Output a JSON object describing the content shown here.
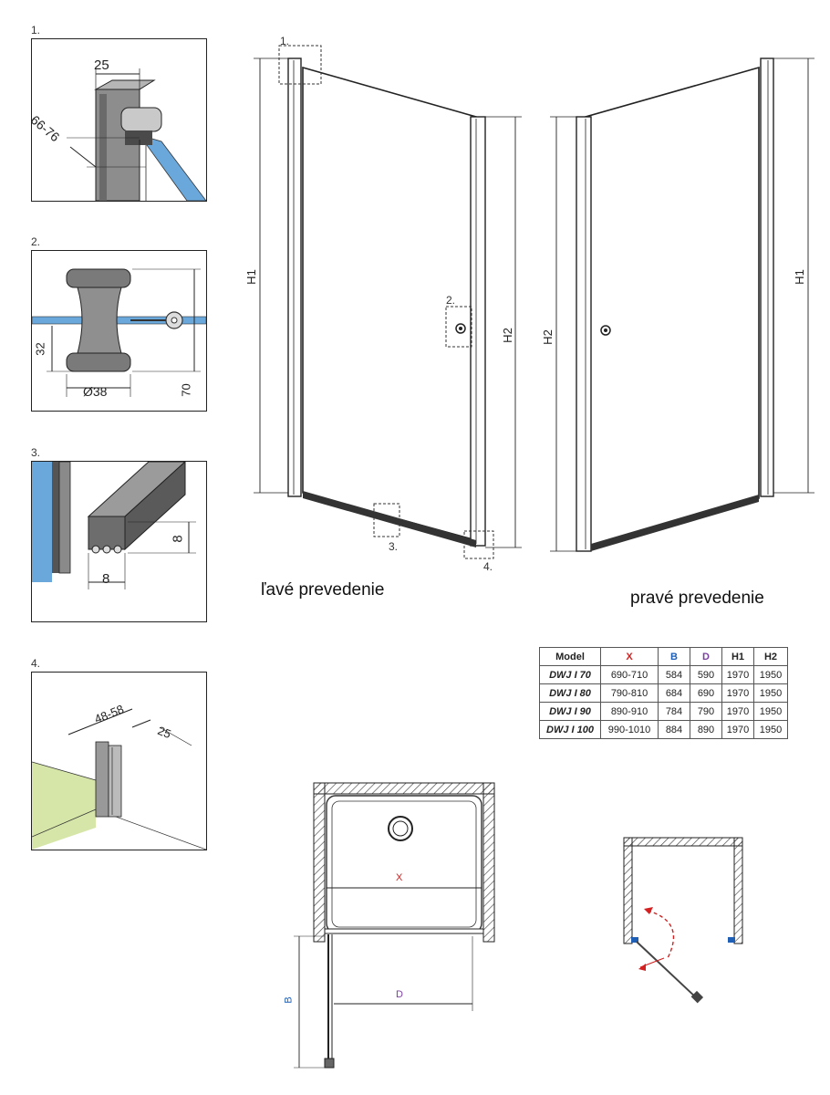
{
  "details": [
    {
      "label": "1.",
      "dims": [
        "25",
        "66-76"
      ]
    },
    {
      "label": "2.",
      "dims": [
        "32",
        "Ø38",
        "70"
      ]
    },
    {
      "label": "3.",
      "dims": [
        "8",
        "8"
      ]
    },
    {
      "label": "4.",
      "dims": [
        "48-58",
        "25"
      ]
    }
  ],
  "elevation": {
    "left_variant": "ľavé prevedenie",
    "right_variant": "pravé prevedenie",
    "h1": "H1",
    "h2": "H2",
    "callouts": [
      "1.",
      "2.",
      "3.",
      "4."
    ]
  },
  "table": {
    "headers": [
      "Model",
      "X",
      "B",
      "D",
      "H1",
      "H2"
    ],
    "header_colors": [
      "#111111",
      "#d42020",
      "#1f5fb5",
      "#7b3fa0",
      "#111111",
      "#111111"
    ],
    "rows": [
      [
        "DWJ I 70",
        "690-710",
        "584",
        "590",
        "1970",
        "1950"
      ],
      [
        "DWJ I 80",
        "790-810",
        "684",
        "690",
        "1970",
        "1950"
      ],
      [
        "DWJ I 90",
        "890-910",
        "784",
        "790",
        "1970",
        "1950"
      ],
      [
        "DWJ I 100",
        "990-1010",
        "884",
        "890",
        "1970",
        "1950"
      ]
    ]
  },
  "plan": {
    "x": "X",
    "b": "B",
    "d": "D"
  },
  "colors": {
    "glass": "#6aa8dc",
    "floor": "#d6e6a8",
    "x_label": "#d42020",
    "b_label": "#1f5fb5",
    "d_label": "#7b3fa0",
    "swing": "#d42020"
  }
}
